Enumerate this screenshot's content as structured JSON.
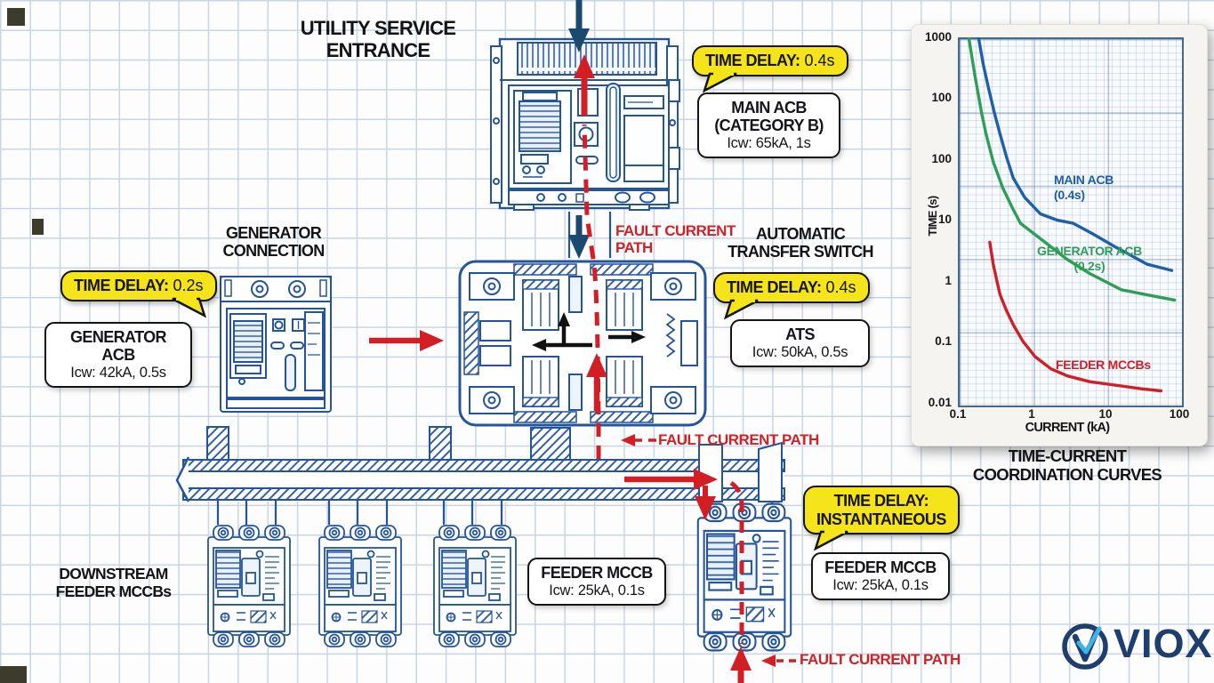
{
  "headings": {
    "utility": "UTILITY SERVICE ENTRANCE",
    "generator_line1": "GENERATOR",
    "generator_line2": "CONNECTION",
    "ats_line1": "AUTOMATIC",
    "ats_line2": "TRANSFER SWITCH",
    "downstream_line1": "DOWNSTREAM",
    "downstream_line2": "FEEDER MCCBs"
  },
  "callouts": {
    "main": {
      "label": "TIME DELAY:",
      "value": "0.4s"
    },
    "generator": {
      "label": "TIME DELAY:",
      "value": "0.2s"
    },
    "ats": {
      "label": "TIME DELAY:",
      "value": "0.4s"
    },
    "feeder": {
      "label": "TIME DELAY:",
      "value": "INSTANTANEOUS"
    }
  },
  "labels": {
    "main_acb": {
      "line1": "MAIN ACB",
      "line2": "(CATEGORY B)",
      "spec": "Icw: 65kA, 1s"
    },
    "generator_acb": {
      "line1": "GENERATOR ACB",
      "spec": "Icw: 42kA, 0.5s"
    },
    "ats": {
      "line1": "ATS",
      "spec": "Icw: 50kA, 0.5s"
    },
    "feeder_left": {
      "line1": "FEEDER MCCB",
      "spec": "Icw: 25kA, 0.1s"
    },
    "feeder_right": {
      "line1": "FEEDER MCCB",
      "spec": "Icw: 25kA, 0.1s"
    }
  },
  "fault_path": {
    "top_line1": "FAULT CURRENT",
    "top_line2": "PATH",
    "middle": "FAULT CURRENT PATH",
    "bottom": "FAULT CURRENT PATH"
  },
  "chart_data": {
    "type": "line",
    "title": "TIME-CURRENT COORDINATION CURVES",
    "title_line1": "TIME-CURRENT",
    "title_line2": "COORDINATION CURVES",
    "xlabel": "CURRENT (kA)",
    "ylabel": "TIME (s)",
    "x_ticks": [
      "0.1",
      "1",
      "10",
      "100"
    ],
    "y_ticks": [
      "1000",
      "100",
      "100",
      "10",
      "1",
      "0.1",
      "0.01"
    ],
    "xlim": [
      0.1,
      100
    ],
    "ylim": [
      0.01,
      1000
    ],
    "grid": true,
    "legend_position": "inline-annotations",
    "series": [
      {
        "name": "MAIN ACB",
        "annotation": "(0.4s)",
        "color": "#1f5fa8",
        "points": [
          [
            0.19,
            1000
          ],
          [
            0.22,
            430
          ],
          [
            0.26,
            200
          ],
          [
            0.31,
            95
          ],
          [
            0.37,
            48
          ],
          [
            0.45,
            24
          ],
          [
            0.56,
            12
          ],
          [
            0.8,
            6.5
          ],
          [
            1.3,
            3.9
          ],
          [
            2.2,
            3.2
          ],
          [
            3.6,
            2.9
          ],
          [
            6.5,
            2.1
          ],
          [
            13,
            1.4
          ],
          [
            22,
            1.05
          ],
          [
            36,
            0.8
          ],
          [
            55,
            0.72
          ],
          [
            77,
            0.66
          ]
        ]
      },
      {
        "name": "GENERATOR ACB",
        "annotation": "(0.2s)",
        "color": "#2e9e57",
        "points": [
          [
            0.14,
            1000
          ],
          [
            0.17,
            300
          ],
          [
            0.21,
            90
          ],
          [
            0.24,
            48
          ],
          [
            0.3,
            20
          ],
          [
            0.4,
            9
          ],
          [
            0.55,
            4.6
          ],
          [
            0.7,
            2.9
          ],
          [
            1.5,
            1.6
          ],
          [
            2.9,
            0.95
          ],
          [
            6,
            0.6
          ],
          [
            16,
            0.36
          ],
          [
            40,
            0.3
          ],
          [
            84,
            0.26
          ]
        ]
      },
      {
        "name": "FEEDER MCCBs",
        "annotation": "",
        "color": "#cd2027",
        "points": [
          [
            0.27,
            1.6
          ],
          [
            0.3,
            0.8
          ],
          [
            0.34,
            0.45
          ],
          [
            0.37,
            0.31
          ],
          [
            0.45,
            0.19
          ],
          [
            0.56,
            0.12
          ],
          [
            0.75,
            0.072
          ],
          [
            1.1,
            0.044
          ],
          [
            1.8,
            0.03
          ],
          [
            3,
            0.024
          ],
          [
            6,
            0.02
          ],
          [
            16,
            0.0175
          ],
          [
            30,
            0.016
          ],
          [
            55,
            0.015
          ]
        ]
      }
    ]
  },
  "logo": {
    "text": "VIOX"
  }
}
